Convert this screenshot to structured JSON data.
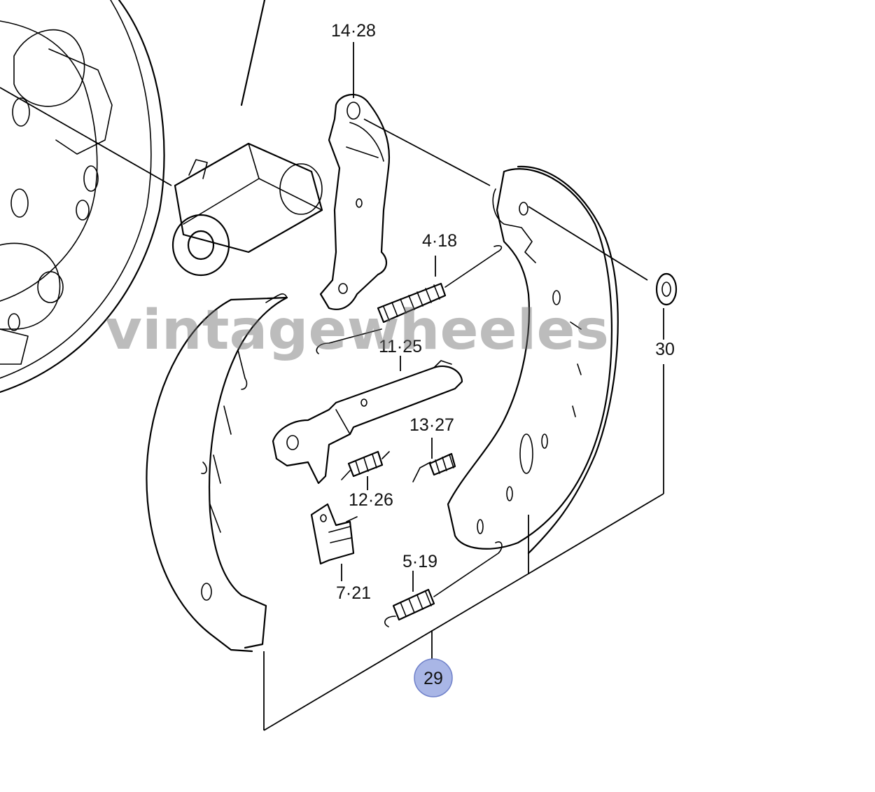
{
  "labels": {
    "p14_28": "14·28",
    "p4_18": "4·18",
    "p11_25": "11·25",
    "p13_27": "13·27",
    "p12_26": "12·26",
    "p7_21": "7·21",
    "p5_19": "5·19",
    "p29": "29",
    "p30": "30"
  },
  "watermark": "vintagewheeles",
  "colors": {
    "highlight_fill": "#a9b6e6",
    "highlight_stroke": "#6f80c9",
    "line": "#000000"
  }
}
